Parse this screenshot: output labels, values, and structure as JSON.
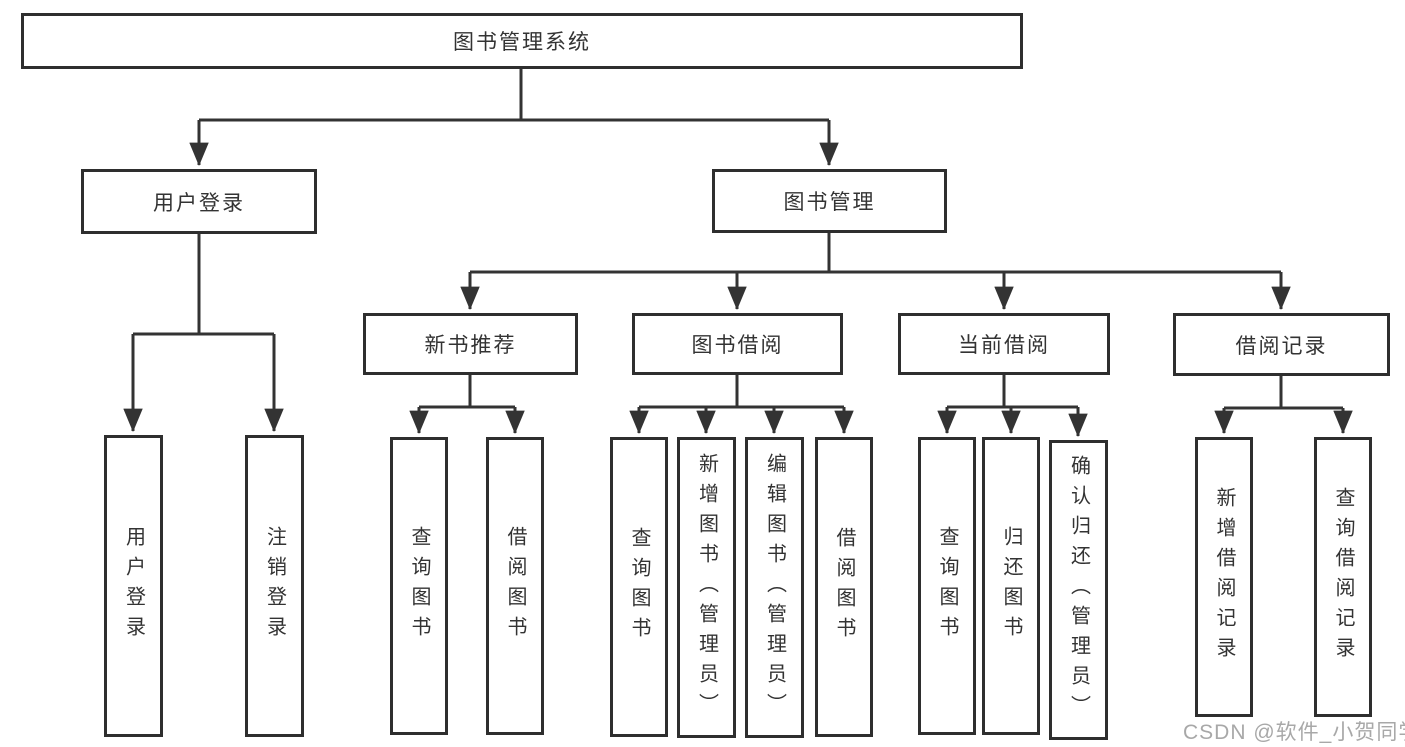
{
  "diagram": {
    "type": "hierarchy-tree",
    "colors": {
      "line": "#333333",
      "box_border": "#2e2e2e",
      "box_fill": "#ffffff",
      "text": "#333333",
      "watermark": "#a8a8a8",
      "background": "#ffffff"
    },
    "nodes": {
      "root": {
        "label": "图书管理系统"
      },
      "user_login": {
        "label": "用户登录"
      },
      "book_mgmt": {
        "label": "图书管理"
      },
      "new_book_rec": {
        "label": "新书推荐"
      },
      "book_borrow": {
        "label": "图书借阅"
      },
      "current_borrow": {
        "label": "当前借阅"
      },
      "borrow_records": {
        "label": "借阅记录"
      },
      "leaf_user_login": {
        "label": "用户登录"
      },
      "leaf_logout": {
        "label": "注销登录"
      },
      "leaf_query_book_1": {
        "label": "查询图书"
      },
      "leaf_borrow_book_1": {
        "label": "借阅图书"
      },
      "leaf_query_book_2": {
        "label": "查询图书"
      },
      "leaf_add_book": {
        "label": "新增图书（管理员）"
      },
      "leaf_edit_book": {
        "label": "编辑图书（管理员）"
      },
      "leaf_borrow_book_2": {
        "label": "借阅图书"
      },
      "leaf_query_book_3": {
        "label": "查询图书"
      },
      "leaf_return_book": {
        "label": "归还图书"
      },
      "leaf_confirm_return": {
        "label": "确认归还（管理员）"
      },
      "leaf_add_borrow_record": {
        "label": "新增借阅记录"
      },
      "leaf_query_borrow_record": {
        "label": "查询借阅记录"
      }
    },
    "hierarchy": [
      {
        "parent": "图书管理系统",
        "children": [
          "用户登录",
          "图书管理"
        ]
      },
      {
        "parent": "用户登录",
        "children": [
          "用户登录",
          "注销登录"
        ]
      },
      {
        "parent": "图书管理",
        "children": [
          "新书推荐",
          "图书借阅",
          "当前借阅",
          "借阅记录"
        ]
      },
      {
        "parent": "新书推荐",
        "children": [
          "查询图书",
          "借阅图书"
        ]
      },
      {
        "parent": "图书借阅",
        "children": [
          "查询图书",
          "新增图书（管理员）",
          "编辑图书（管理员）",
          "借阅图书"
        ]
      },
      {
        "parent": "当前借阅",
        "children": [
          "查询图书",
          "归还图书",
          "确认归还（管理员）"
        ]
      },
      {
        "parent": "借阅记录",
        "children": [
          "新增借阅记录",
          "查询借阅记录"
        ]
      }
    ],
    "watermark": {
      "text": "CSDN @软件_小贺同学"
    }
  }
}
